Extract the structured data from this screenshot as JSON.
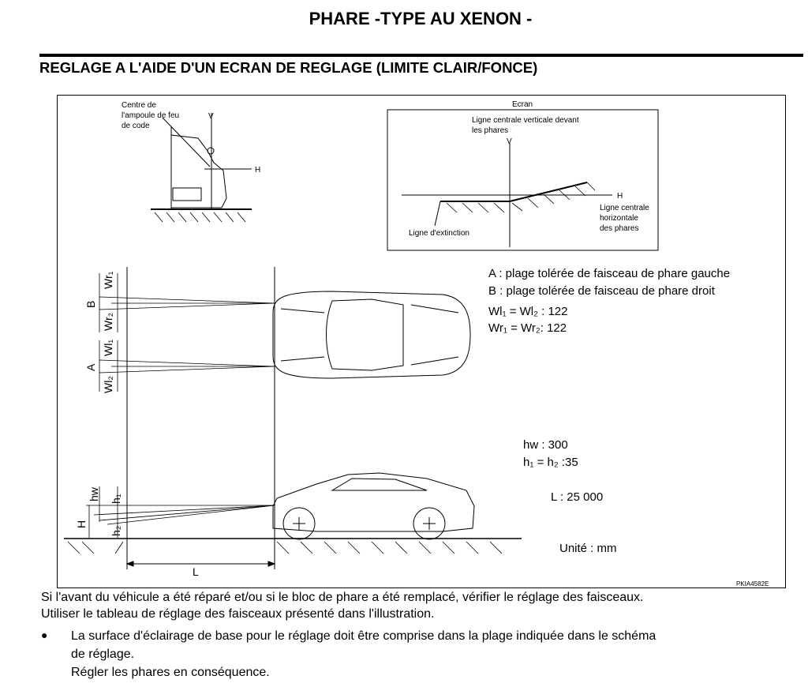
{
  "title": "PHARE -TYPE AU XENON -",
  "section_heading": "REGLAGE A L'AIDE D'UN ECRAN DE REGLAGE (LIMITE CLAIR/FONCE)",
  "figure": {
    "side_view": {
      "label_line1": "Centre de",
      "label_line2": "l'ampoule de feu",
      "label_line3": "de code",
      "v": "V",
      "h": "H"
    },
    "screen": {
      "title": "Ecran",
      "vertical_line_1": "Ligne centrale verticale devant",
      "vertical_line_2": "les phares",
      "v": "V",
      "h": "H",
      "horizontal_1": "Ligne centrale",
      "horizontal_2": "horizontale",
      "horizontal_3": "des phares",
      "cutoff": "Ligne d'extinction"
    },
    "legend": {
      "a": "A : plage tolérée de faisceau de phare gauche",
      "b": "B : plage tolérée de faisceau de phare droit",
      "wl": "Wl₁ = Wl₂ : 122",
      "wr": "Wr₁ = Wr₂: 122",
      "hw": "hw : 300",
      "h": "h₁ = h₂ :35",
      "l": "L : 25 000",
      "unit": "Unité : mm"
    },
    "dims": {
      "wr1": "Wr₁",
      "b": "B",
      "wr2": "Wr₂",
      "wl1": "Wl₁",
      "a": "A",
      "wl2": "Wl₂",
      "hw": "hw",
      "h1": "h₁",
      "H": "H",
      "h2": "h₂",
      "L": "L"
    },
    "code": "PKIA4582E"
  },
  "para1": "Si l'avant du véhicule a été réparé et/ou si le bloc de phare a été remplacé, vérifier le réglage des faisceaux.",
  "para2": "Utiliser le tableau de réglage des faisceaux présenté dans l'illustration.",
  "bullet_symbol": "●",
  "bullet_line1": "La surface d'éclairage de base pour le réglage doit être comprise dans la plage indiquée dans le schéma",
  "bullet_line2": "de réglage.",
  "bullet_line3": "Régler les phares en conséquence."
}
